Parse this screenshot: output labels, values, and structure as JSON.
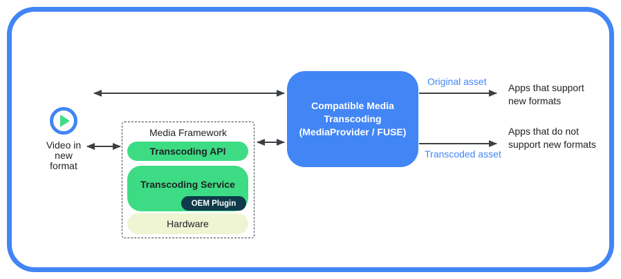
{
  "colors": {
    "accent_blue": "#4285F4",
    "android_green": "#3DDC84",
    "oem_navy": "#0D3B4A",
    "hardware_fill": "#EFF5D3",
    "arrow_gray": "#3C4043",
    "text_dark": "#202124"
  },
  "source": {
    "icon": "play-icon",
    "lines": [
      "Video in",
      "new",
      "format"
    ]
  },
  "framework": {
    "title": "Media Framework",
    "api_label": "Transcoding API",
    "service_label": "Transcoding Service",
    "oem_label": "OEM Plugin",
    "hardware_label": "Hardware"
  },
  "transcoder": {
    "lines": [
      "Compatible Media",
      "Transcoding",
      "(MediaProvider / FUSE)"
    ]
  },
  "outputs": {
    "original_label": "Original asset",
    "apps_support_label": "Apps that support new formats",
    "transcoded_label": "Transcoded asset",
    "apps_no_support_label": "Apps that do not support new formats"
  }
}
